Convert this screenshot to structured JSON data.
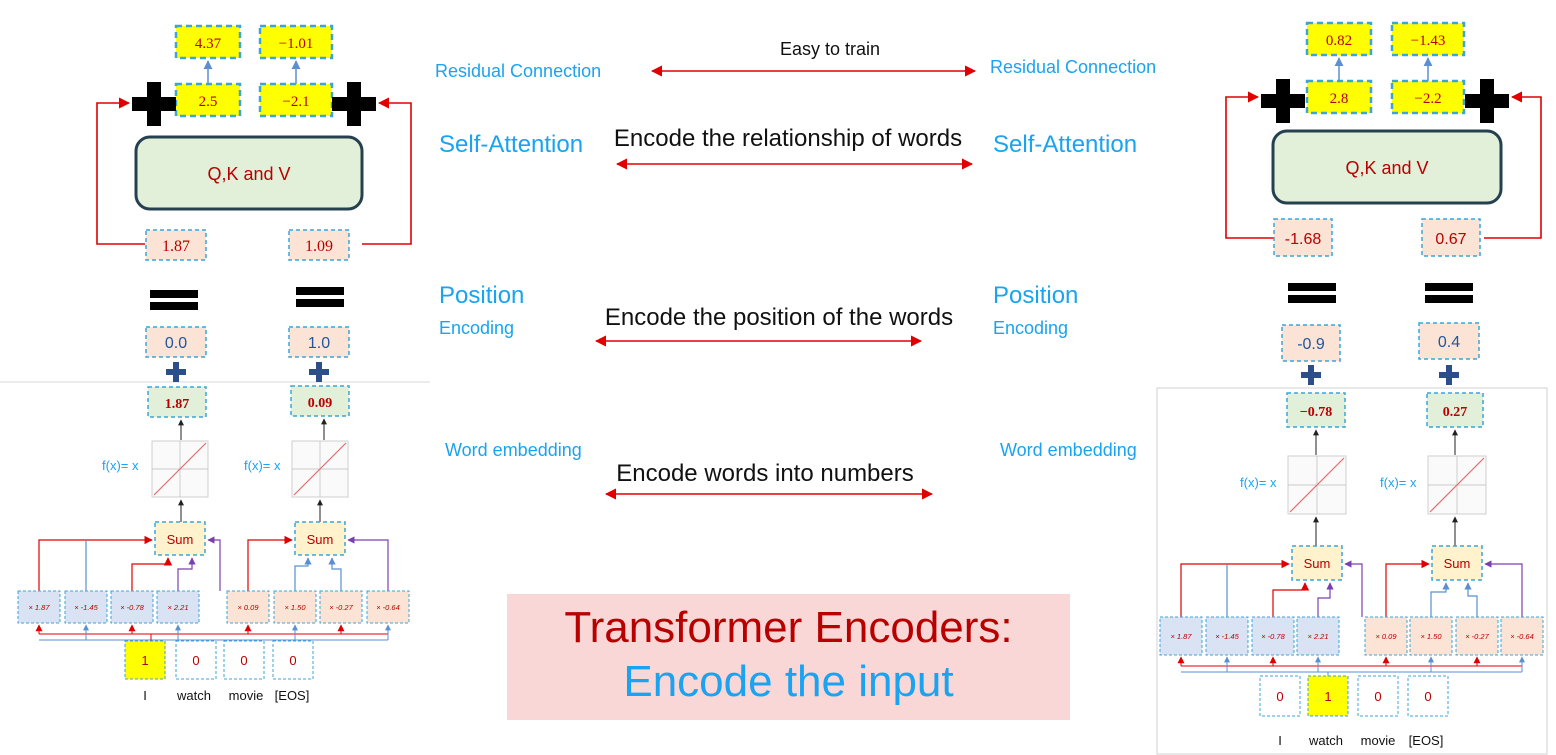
{
  "center": {
    "easy_to_train": "Easy to train",
    "encode_relationship": "Encode the relationship of words",
    "encode_position": "Encode the position of the words",
    "encode_words": "Encode words into numbers"
  },
  "labels": {
    "residual": "Residual Connection",
    "self_attention": "Self-Attention",
    "position": "Position",
    "encoding": "Encoding",
    "word_embedding": "Word embedding",
    "fx": "f(x)= x",
    "sum": "Sum",
    "qkv": "Q,K and V"
  },
  "title": {
    "line1": "Transformer Encoders:",
    "line2": "Encode the input"
  },
  "colors": {
    "blue_text": "#1aa3f0",
    "red_text": "#b90000",
    "arrow_red": "#e00000",
    "yellow": "#ffff00",
    "dashed_blue": "#3aa6d8"
  },
  "left": {
    "outputs": [
      "4.37",
      "−1.01"
    ],
    "residual_vals": [
      "2.5",
      "−2.1"
    ],
    "sa_inputs": [
      "1.87",
      "1.09"
    ],
    "pos_vals": [
      "0.0",
      "1.0"
    ],
    "emb_vals": [
      "1.87",
      "0.09"
    ],
    "weights_a": [
      "× 1.87",
      "× -1.45",
      "× -0.78",
      "× 2.21"
    ],
    "weights_b": [
      "× 0.09",
      "× 1.50",
      "× -0.27",
      "× -0.64"
    ],
    "onehot": [
      "1",
      "0",
      "0",
      "0"
    ],
    "words": [
      "I",
      "watch",
      "movie",
      "[EOS]"
    ]
  },
  "right": {
    "outputs": [
      "0.82",
      "−1.43"
    ],
    "residual_vals": [
      "2.8",
      "−2.2"
    ],
    "sa_inputs": [
      "-1.68",
      "0.67"
    ],
    "pos_vals": [
      "-0.9",
      "0.4"
    ],
    "emb_vals": [
      "−0.78",
      "0.27"
    ],
    "weights_a": [
      "× 1.87",
      "× -1.45",
      "× -0.78",
      "× 2.21"
    ],
    "weights_b": [
      "× 0.09",
      "× 1.50",
      "× -0.27",
      "× -0.64"
    ],
    "onehot": [
      "0",
      "1",
      "0",
      "0"
    ],
    "words": [
      "I",
      "watch",
      "movie",
      "[EOS]"
    ]
  }
}
